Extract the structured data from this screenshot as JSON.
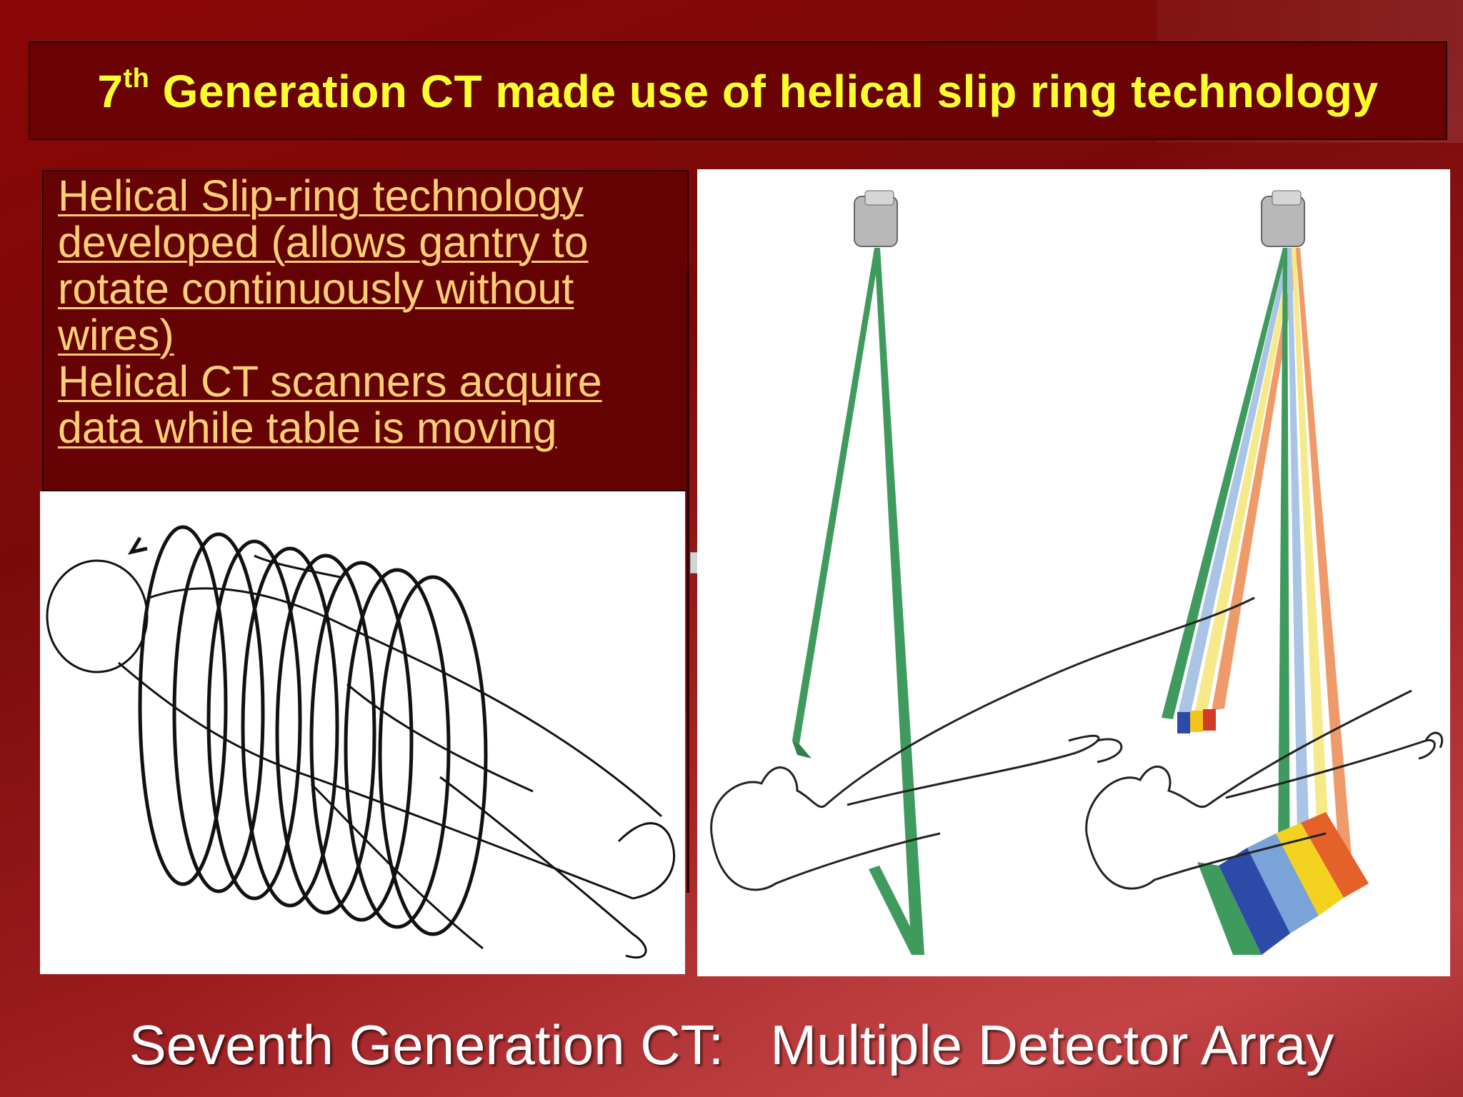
{
  "title": {
    "superscript_number": "7",
    "superscript": "th",
    "rest": " Generation CT made use of helical slip ring technology"
  },
  "text_block": {
    "line1": "Helical Slip-ring technology developed (allows gantry to rotate continuously without wires)",
    "line2": "Helical CT scanners acquire data while table is moving"
  },
  "footer_caption": "Seventh Generation CT:   Multiple Detector Array",
  "colors": {
    "title_text": "#ffff2e",
    "body_text": "#ffcf75",
    "beam_green": "#3f9a5e",
    "beam_yellow": "#f6e98a",
    "beam_orange": "#ef9a6a",
    "beam_blue": "#a9c4e4"
  }
}
